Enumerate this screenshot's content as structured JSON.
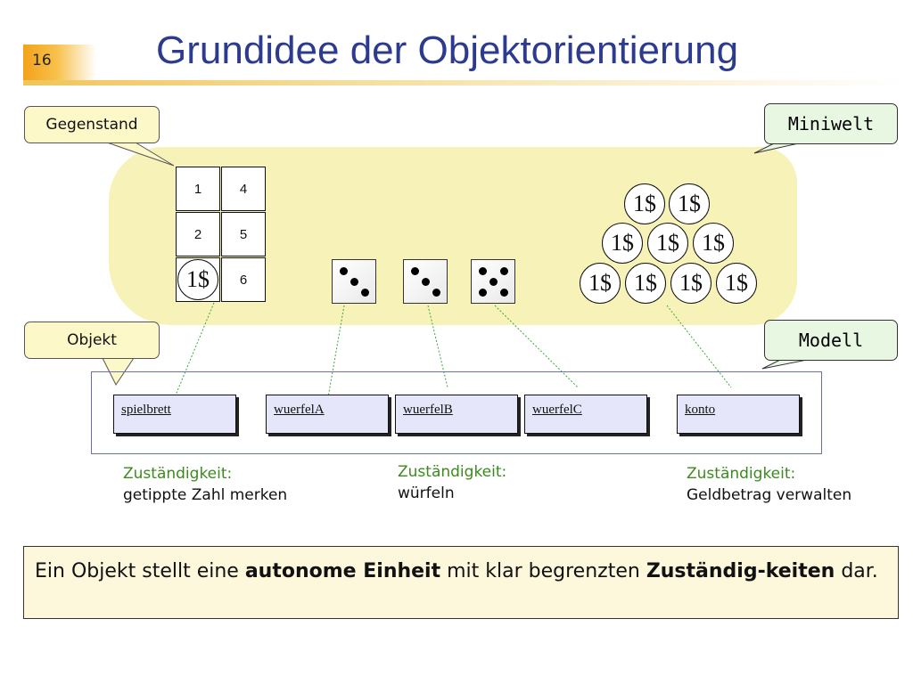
{
  "slide": {
    "number": "16",
    "title": "Grundidee der Objektorientierung"
  },
  "callouts": {
    "gegenstand": "Gegenstand",
    "objekt": "Objekt",
    "miniwelt": "Miniwelt",
    "modell": "Modell"
  },
  "board": {
    "cells": [
      "1",
      "4",
      "2",
      "5",
      "1$",
      "6"
    ]
  },
  "dice": [
    {
      "name": "die-three-a",
      "value": 3
    },
    {
      "name": "die-three-b",
      "value": 3
    },
    {
      "name": "die-five",
      "value": 5
    }
  ],
  "coins": {
    "label": "1$",
    "rows": [
      2,
      3,
      4
    ]
  },
  "objects": [
    "spielbrett",
    "wuerfelA",
    "wuerfelB",
    "wuerfelC",
    "konto"
  ],
  "responsibilities": [
    {
      "head": "Zuständigkeit:",
      "body": "getippte Zahl merken"
    },
    {
      "head": "Zuständigkeit:",
      "body": "würfeln"
    },
    {
      "head": "Zuständigkeit:",
      "body": "Geldbetrag verwalten"
    }
  ],
  "summary": {
    "part1": "Ein Objekt stellt eine ",
    "bold1": "autonome Einheit",
    "part2": " mit klar begrenzten ",
    "bold2": "Zuständig-keiten",
    "part3": " dar."
  },
  "colors": {
    "title": "#2c3b8f",
    "region": "#f7f2b8",
    "object_fill": "#e6e6fa",
    "connector": "#3aa83a",
    "responsibility_head": "#3c8a1e"
  }
}
